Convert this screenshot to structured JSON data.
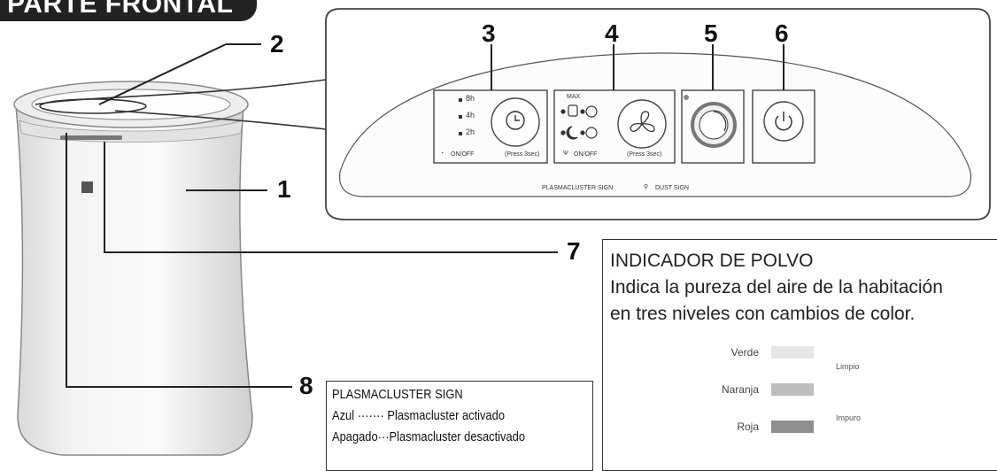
{
  "header": {
    "title": "PARTE FRONTAL"
  },
  "callouts": {
    "n1": "1",
    "n2": "2",
    "n3": "3",
    "n4": "4",
    "n5": "5",
    "n6": "6",
    "n7": "7",
    "n8": "8"
  },
  "control_panel": {
    "timer_levels": [
      "8h",
      "4h",
      "2h"
    ],
    "timer_button_label": "ON/OFF",
    "timer_button_hint": "(Press 3sec)",
    "mode_top": "MAX",
    "fan_button_label": "ON/OFF",
    "fan_button_hint": "(Press 3sec)",
    "plasmacluster_sign": "PLASMACLUSTER SIGN",
    "dust_sign": "DUST SIGN"
  },
  "dust_indicator": {
    "title": "INDICADOR DE POLVO",
    "description_line1": "Indica la pureza del aire de la habitación",
    "description_line2": "en tres niveles con cambios de color.",
    "levels": [
      {
        "label": "Verde",
        "color": "#e6e6e6"
      },
      {
        "label": "Naranja",
        "color": "#bdbdbd"
      },
      {
        "label": "Roja",
        "color": "#8f8f8f"
      }
    ],
    "arrow_top": "Limpio",
    "arrow_bottom": "Impuro"
  },
  "plasmacluster_box": {
    "title": "PLASMACLUSTER SIGN",
    "line1_key": "Azul",
    "line1_dots": "·······",
    "line1_value": "Plasmacluster activado",
    "line2_key": "Apagado",
    "line2_dots": "···",
    "line2_value": "Plasmacluster desactivado"
  }
}
